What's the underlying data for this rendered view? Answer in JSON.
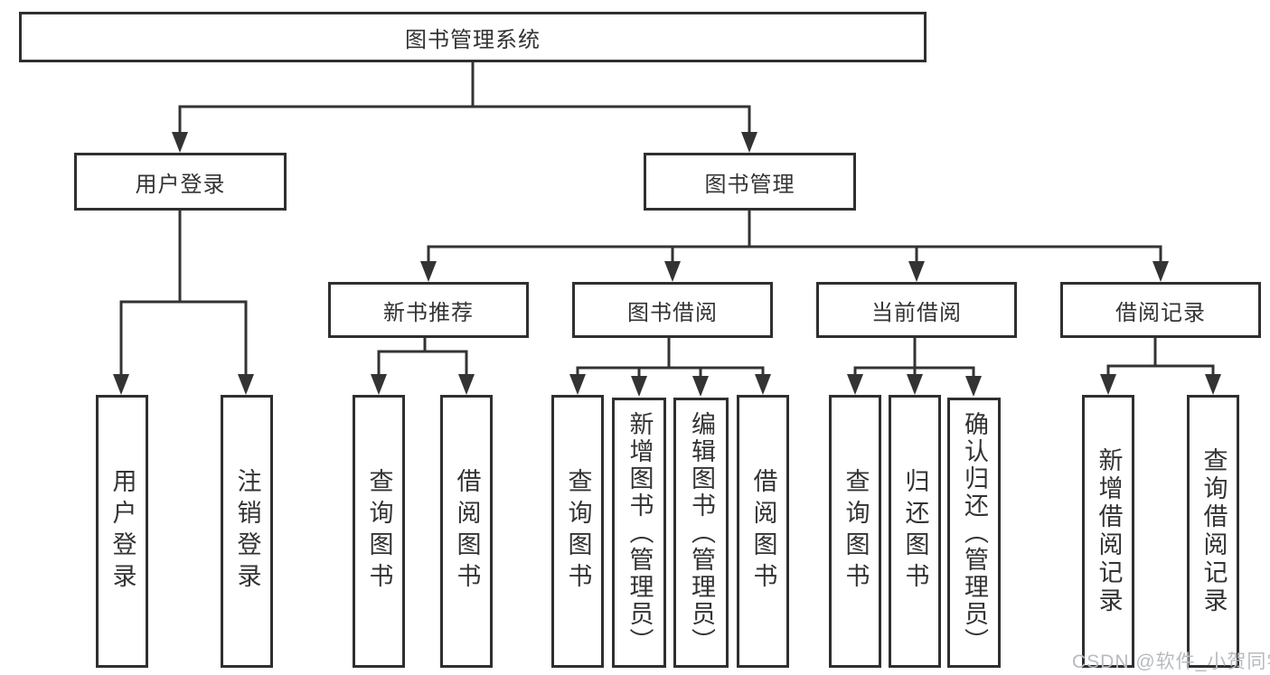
{
  "tree": {
    "root": {
      "label": "图书管理系统"
    },
    "branches": [
      {
        "label": "用户登录",
        "children": [
          {
            "label": "用户登录"
          },
          {
            "label": "注销登录"
          }
        ]
      },
      {
        "label": "图书管理",
        "children": [
          {
            "label": "新书推荐",
            "children": [
              {
                "label": "查询图书"
              },
              {
                "label": "借阅图书"
              }
            ]
          },
          {
            "label": "图书借阅",
            "children": [
              {
                "label": "查询图书"
              },
              {
                "label": "新增图书（管理员）"
              },
              {
                "label": "编辑图书（管理员）"
              },
              {
                "label": "借阅图书"
              }
            ]
          },
          {
            "label": "当前借阅",
            "children": [
              {
                "label": "查询图书"
              },
              {
                "label": "归还图书"
              },
              {
                "label": "确认归还（管理员）"
              }
            ]
          },
          {
            "label": "借阅记录",
            "children": [
              {
                "label": "新增借阅记录"
              },
              {
                "label": "查询借阅记录"
              }
            ]
          }
        ]
      }
    ]
  },
  "watermark": {
    "text": "CSDN @软件_小贺同学"
  },
  "colors": {
    "line": "#333333",
    "box_border": "#2f2f2f",
    "box_fill": "#ffffff",
    "text": "#333333",
    "watermark": "#b7bbc1",
    "background": "#ffffff"
  }
}
